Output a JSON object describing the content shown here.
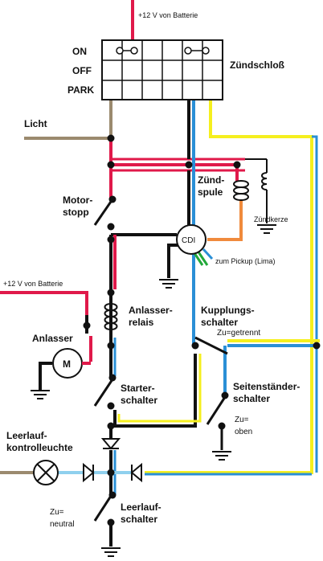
{
  "labels": {
    "battery_top": "+12 V von Batterie",
    "on": "ON",
    "off": "OFF",
    "park": "PARK",
    "ignition_switch": "Zündschloß",
    "light": "Licht",
    "ignition_coil_1": "Zünd-",
    "ignition_coil_2": "spule",
    "spark_plug": "Zündkerze",
    "engine_stop_1": "Motor-",
    "engine_stop_2": "stopp",
    "cdi": "CDI",
    "pickup": "zum Pickup (Lima)",
    "battery_left": "+12 V von Batterie",
    "starter_relay_1": "Anlasser-",
    "starter_relay_2": "relais",
    "starter": "Anlasser",
    "motor": "M",
    "clutch_switch_1": "Kupplungs-",
    "clutch_switch_2": "schalter",
    "clutch_state": "Zu=getrennt",
    "starter_switch_1": "Starter-",
    "starter_switch_2": "schalter",
    "sidestand_switch_1": "Seitenständer-",
    "sidestand_switch_2": "schalter",
    "sidestand_state_1": "Zu=",
    "sidestand_state_2": "oben",
    "neutral_lamp_1": "Leerlauf-",
    "neutral_lamp_2": "kontrolleuchte",
    "neutral_state_1": "Zu=",
    "neutral_state_2": "neutral",
    "neutral_switch_1": "Leerlauf-",
    "neutral_switch_2": "schalter"
  },
  "wire_colors": {
    "red": "#e0194a",
    "black": "#111111",
    "blue": "#2a8fd6",
    "yellow": "#f5ef1e",
    "brown": "#9b8a6e",
    "orange": "#f08a3c",
    "green": "#22a83a",
    "light_blue": "#8fd0ee"
  }
}
